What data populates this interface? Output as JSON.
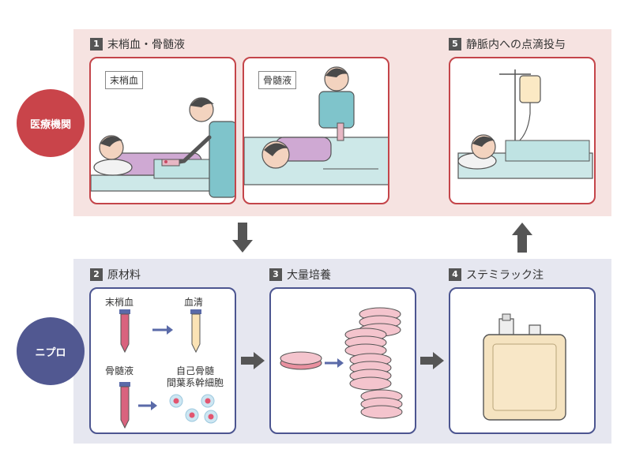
{
  "groups": {
    "hospital": "医療機関",
    "nipro": "ニプロ"
  },
  "steps": {
    "s1": {
      "num": "1",
      "title": "末梢血・骨髄液"
    },
    "s5": {
      "num": "5",
      "title": "静脈内への点滴投与"
    },
    "s2": {
      "num": "2",
      "title": "原材料"
    },
    "s3": {
      "num": "3",
      "title": "大量培養"
    },
    "s4": {
      "num": "4",
      "title": "ステミラック注"
    }
  },
  "panel1": {
    "tag_left": "末梢血",
    "tag_right": "骨髄液"
  },
  "panel2": {
    "peripheral_blood": "末梢血",
    "serum": "血清",
    "bone_marrow": "骨髄液",
    "msc_line1": "自己骨髄",
    "msc_line2": "間葉系幹細胞"
  },
  "colors": {
    "red": "#c4454a",
    "blue": "#4c5590",
    "band_red": "#f6e3e1",
    "band_blue": "#e6e7f0",
    "arrow": "#555555"
  }
}
